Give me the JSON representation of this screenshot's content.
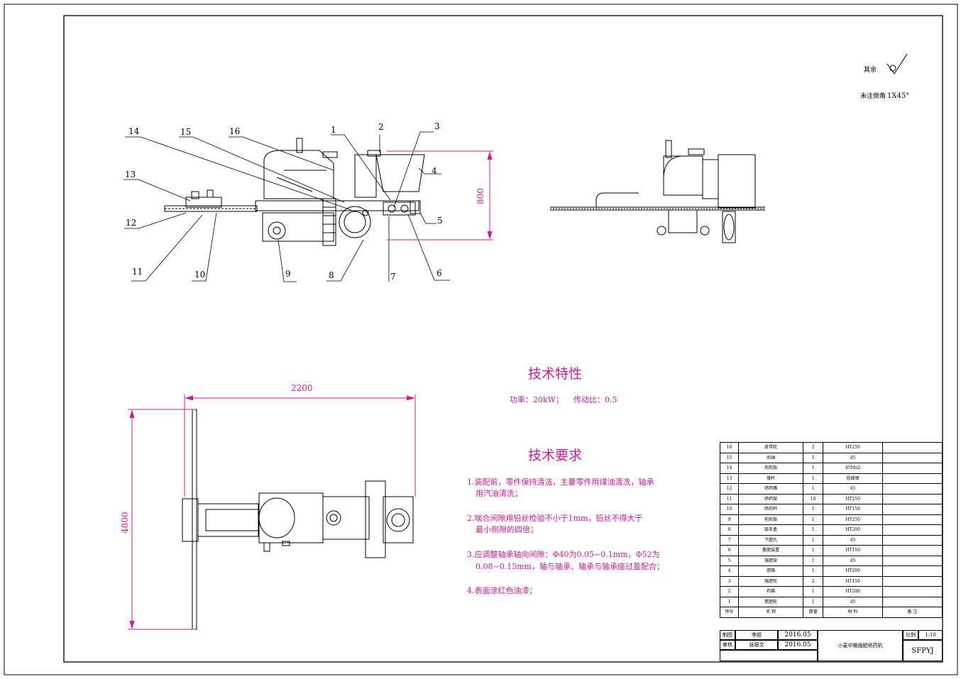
{
  "surface": {
    "label": "其余",
    "chamfer": "未注倒角",
    "chamfer_value": "1X45°"
  },
  "callouts": [
    "14",
    "15",
    "16",
    "1",
    "2",
    "3",
    "4",
    "5",
    "6",
    "7",
    "8",
    "9",
    "10",
    "11",
    "12",
    "13"
  ],
  "dimensions": {
    "height_side": "800",
    "width_top": "2200",
    "length_top": "4800"
  },
  "tech_features": {
    "title": "技术特性",
    "line": "功率：20kW；    传动比：0.5"
  },
  "tech_requirements": {
    "title": "技术要求",
    "items": [
      "1.装配前，零件保持清洁，主要零件用煤油清洗，轴承",
      "用汽油清洗；",
      "2.啮合间隙用铅丝检验不小于1mm，铅丝不得大于",
      "最小侧隙的四倍；",
      "3.应调整轴承轴向间隙：Φ40为0.05~0.1mm，Φ52为",
      "0.08~0.15mm，轴与轴承、轴承与轴承座过盈配合；",
      "4.表面涂红色油漆；"
    ]
  },
  "parts": [
    {
      "no": "16",
      "name": "皮带轮",
      "qty": "2",
      "mat": "HT250",
      "note": ""
    },
    {
      "no": "15",
      "name": "后轴",
      "qty": "1",
      "mat": "45",
      "note": ""
    },
    {
      "no": "14",
      "name": "后轮胎",
      "qty": "1",
      "mat": "45Mn2",
      "note": ""
    },
    {
      "no": "13",
      "name": "撑杆",
      "qty": "1",
      "mat": "低碳钢",
      "note": ""
    },
    {
      "no": "12",
      "name": "喷药嘴",
      "qty": "1",
      "mat": "45",
      "note": ""
    },
    {
      "no": "11",
      "name": "喷药架",
      "qty": "10",
      "mat": "HT250",
      "note": ""
    },
    {
      "no": "10",
      "name": "喷药杆",
      "qty": "1",
      "mat": "HT150",
      "note": ""
    },
    {
      "no": "9",
      "name": "前轮胎",
      "qty": "1",
      "mat": "HT250",
      "note": ""
    },
    {
      "no": "8",
      "name": "链条盒",
      "qty": "1",
      "mat": "HT200",
      "note": ""
    },
    {
      "no": "7",
      "name": "下肥孔",
      "qty": "1",
      "mat": "45",
      "note": ""
    },
    {
      "no": "6",
      "name": "散肥装置",
      "qty": "1",
      "mat": "HT150",
      "note": ""
    },
    {
      "no": "5",
      "name": "施肥架",
      "qty": "1",
      "mat": "45",
      "note": ""
    },
    {
      "no": "4",
      "name": "肥箱",
      "qty": "1",
      "mat": "HT200",
      "note": ""
    },
    {
      "no": "3",
      "name": "施肥轮",
      "qty": "2",
      "mat": "HT150",
      "note": ""
    },
    {
      "no": "2",
      "name": "药箱",
      "qty": "1",
      "mat": "HT200",
      "note": ""
    },
    {
      "no": "1",
      "name": "搅肥轮",
      "qty": "1",
      "mat": "45",
      "note": ""
    }
  ],
  "table_header": {
    "no": "序号",
    "name": "名  称",
    "qty": "数量",
    "mat": "材  料",
    "note": "备  注"
  },
  "title_block": {
    "draw_label": "制图",
    "draw_name": "李超",
    "draw_date": "2016.05",
    "check_label": "审核",
    "check_name": "张振文",
    "check_date": "2016.05",
    "product": "小麦中期施肥喷药机",
    "scale_label": "比例",
    "scale": "1:10",
    "code": "SFPYJ"
  }
}
